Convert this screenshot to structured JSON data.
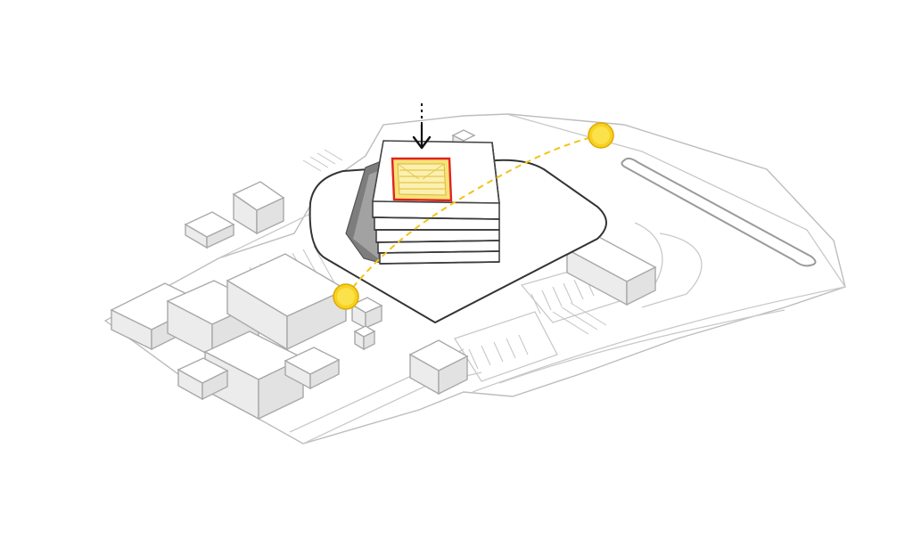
{
  "diagram": {
    "kind": "isometric site massing diagram",
    "elements": [
      {
        "name": "main-building",
        "floors": 6
      },
      {
        "name": "atrium-skylight"
      },
      {
        "name": "sun-path"
      },
      {
        "name": "sun-morning"
      },
      {
        "name": "sun-evening"
      },
      {
        "name": "downward-arrow"
      }
    ],
    "colors": {
      "sun_fill": "#f6d21f",
      "sun_stroke": "#e0a800",
      "sun_path": "#f0c419",
      "skylight_outline": "#e0241b",
      "skylight_fill": "#f7e27a",
      "arrow": "#111111",
      "context_line": "#bdbdbd",
      "site_outline": "#333333"
    }
  }
}
